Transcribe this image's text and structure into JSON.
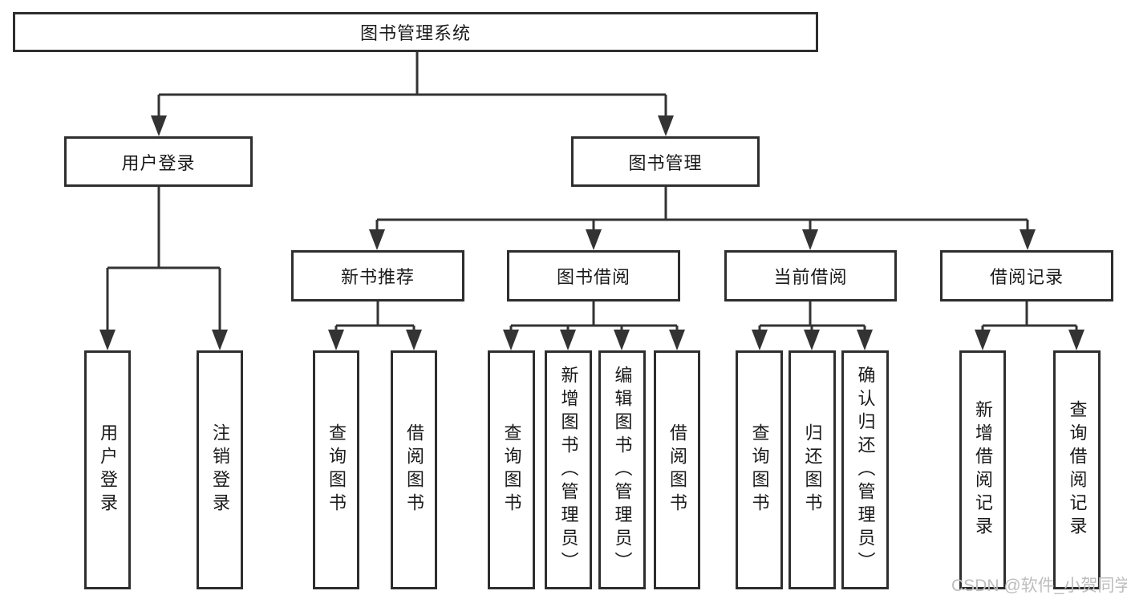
{
  "tree": {
    "root": {
      "label": "图书管理系统"
    },
    "branches": [
      {
        "label": "用户登录",
        "children": [
          {
            "label": "用户登录"
          },
          {
            "label": "注销登录"
          }
        ]
      },
      {
        "label": "图书管理",
        "children": [
          {
            "label": "新书推荐",
            "children": [
              {
                "label": "查询图书"
              },
              {
                "label": "借阅图书"
              }
            ]
          },
          {
            "label": "图书借阅",
            "children": [
              {
                "label": "查询图书"
              },
              {
                "label": "新增图书（管理员）"
              },
              {
                "label": "编辑图书（管理员）"
              },
              {
                "label": "借阅图书"
              }
            ]
          },
          {
            "label": "当前借阅",
            "children": [
              {
                "label": "查询图书"
              },
              {
                "label": "归还图书"
              },
              {
                "label": "确认归还（管理员）"
              }
            ]
          },
          {
            "label": "借阅记录",
            "children": [
              {
                "label": "新增借阅记录"
              },
              {
                "label": "查询借阅记录"
              }
            ]
          }
        ]
      }
    ]
  },
  "watermark": {
    "text": "CSDN @软件_小贺同学"
  },
  "colors": {
    "line": "#333333",
    "border": "#2e2e2e",
    "text": "#1a1a1a",
    "watermark": "#bdbdbd",
    "background": "#ffffff"
  }
}
